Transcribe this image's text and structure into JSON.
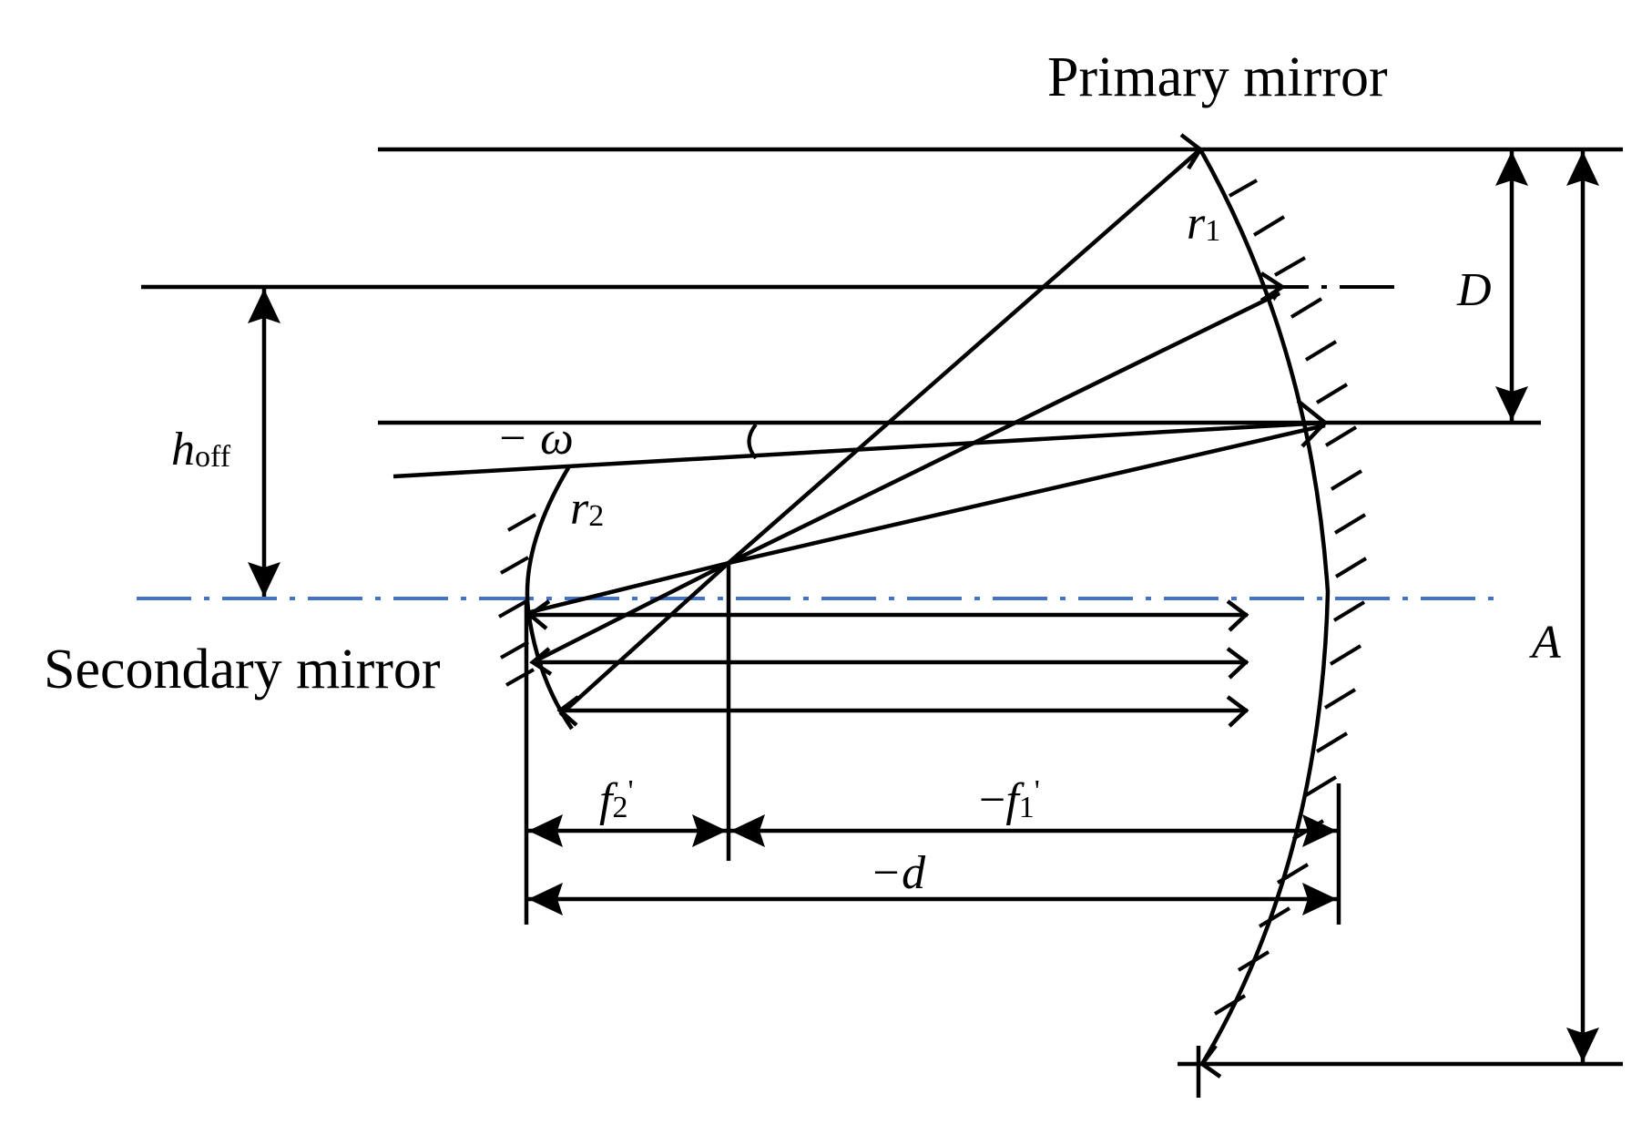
{
  "labels": {
    "primary_mirror": "Primary mirror",
    "secondary_mirror": "Secondary mirror",
    "r1_base": "r",
    "r1_sub": "1",
    "r2_base": "r",
    "r2_sub": "2",
    "D": "D",
    "A": "A",
    "h_base": "h",
    "h_sub": "off",
    "omega": "− ω",
    "f2_base": "f",
    "f2_sub": "2",
    "f2_prime": "'",
    "f1_prefix": "−",
    "f1_base": "f",
    "f1_sub": "1",
    "f1_prime": "'",
    "d": "−d"
  },
  "colors": {
    "line": "#000000",
    "optical_axis": "#4472c4",
    "background": "#ffffff"
  }
}
